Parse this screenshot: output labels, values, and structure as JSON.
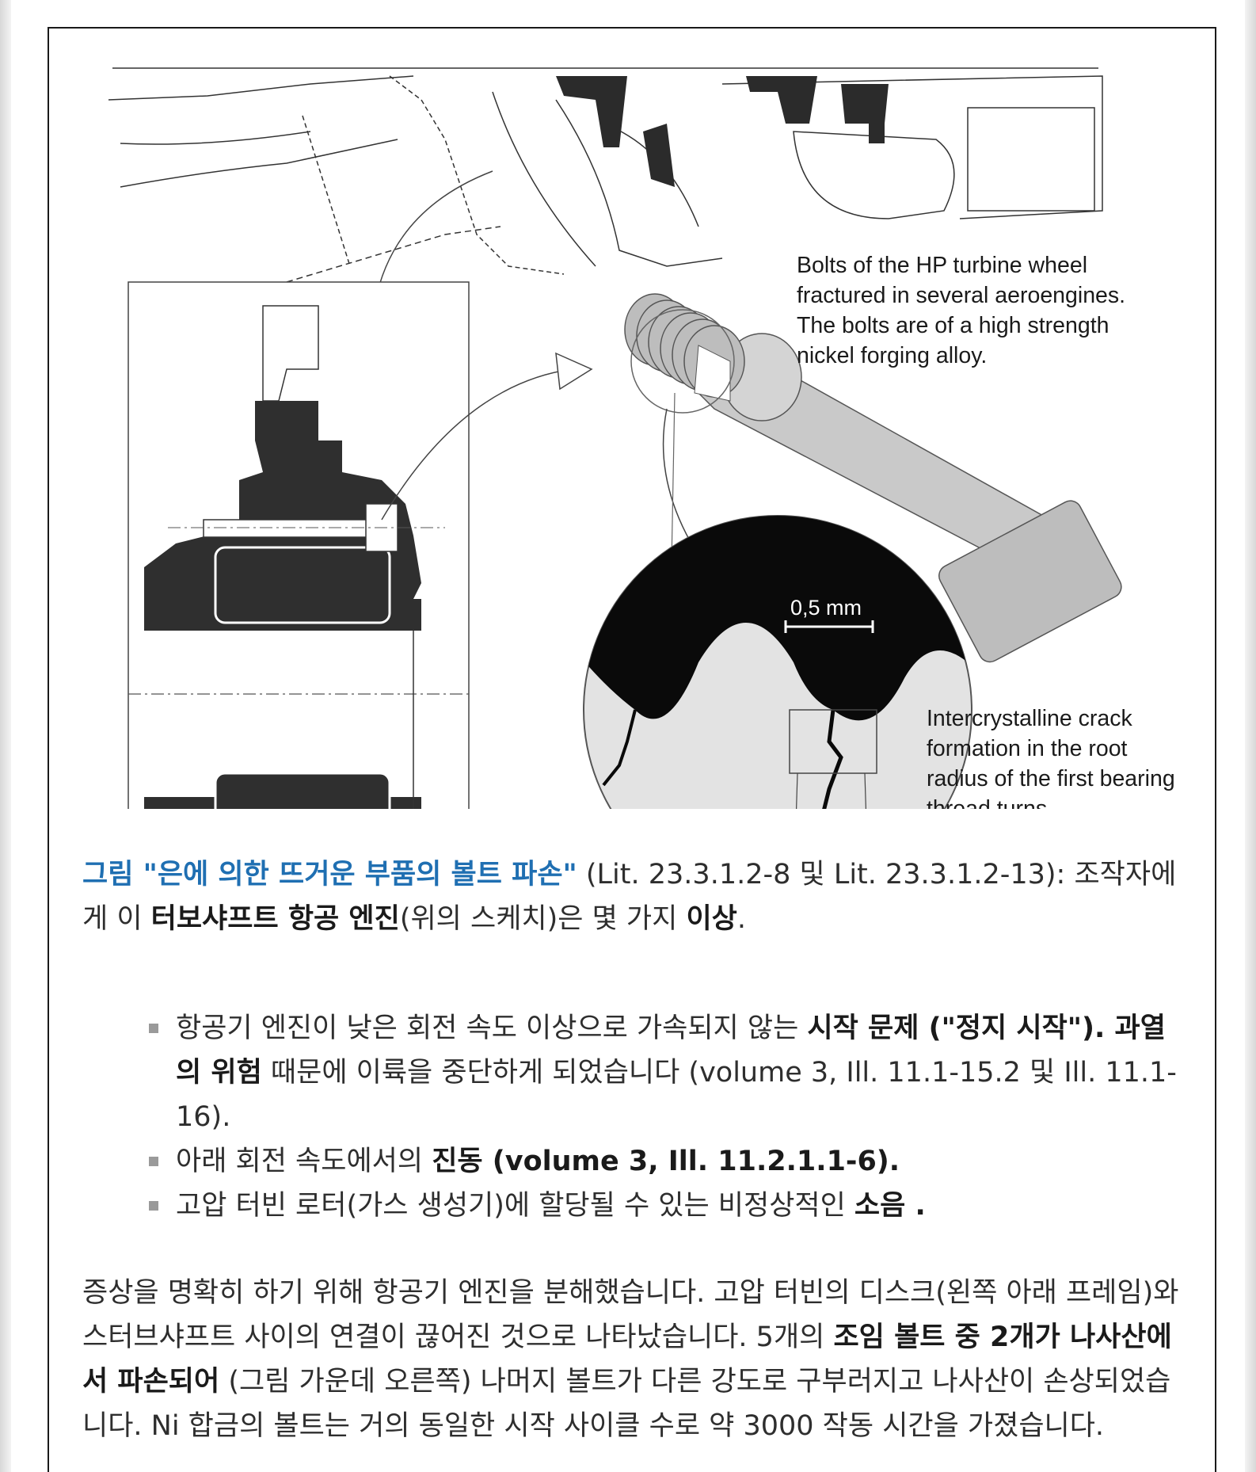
{
  "figure": {
    "caption_top": "Bolts of the HP turbine wheel\nfractured in several aeroengines.\nThe bolts are of a high strength\nnickel forging alloy.",
    "caption_bottom": "Intercrystalline crack\nformation in the root\nradius of the first bearing\nthread turns",
    "scale_label": "0,5 mm"
  },
  "paragraph1": {
    "lead": "그림 \"은에 의한 뜨거운 부품의 볼트 파손\"",
    "text1": " (Lit. 23.3.1.2-8 및 Lit. 23.3.1.2-13): 조작자에게 이 ",
    "bold1": "터보샤프트 항공 엔진",
    "text2": "(위의 스케치)은 몇 가지 ",
    "bold2": "이상",
    "text3": "."
  },
  "list": [
    {
      "text1": "항공기 엔진이 낮은 회전 속도 이상으로 가속되지 않는 ",
      "bold1": "시작 문제 (\"정지 시작\"). 과열의 위험",
      "text2": " 때문에 이륙을 중단하게 되었습니다 (volume 3, Ill. 11.1-15.2 및 Ill. 11.1-16)."
    },
    {
      "text1": "아래 회전 속도에서의 ",
      "bold1": "진동 (volume 3, Ill. 11.2.1.1-6).",
      "text2": ""
    },
    {
      "text1": "고압 터빈 로터(가스 생성기)에 할당될 수 있는 비정상적인 ",
      "bold1": "소음 .",
      "text2": ""
    }
  ],
  "paragraph2": {
    "text1": "증상을 명확히 하기 위해 항공기 엔진을 분해했습니다. 고압 터빈의 디스크(왼쪽 아래 프레임)와 스터브샤프트 사이의 연결이 끊어진 것으로 나타났습니다. 5개의 ",
    "bold1": "조임 볼트 중 2개가 나사산에서 파손되어",
    "text2": " (그림 가운데 오른쪽) 나머지 볼트가 다른 강도로 구부러지고 나사산이 손상되었습니다. Ni 합금의 볼트는 거의 동일한 시작 사이클 수로 약 3000 작동 시간을 가졌습니다."
  }
}
